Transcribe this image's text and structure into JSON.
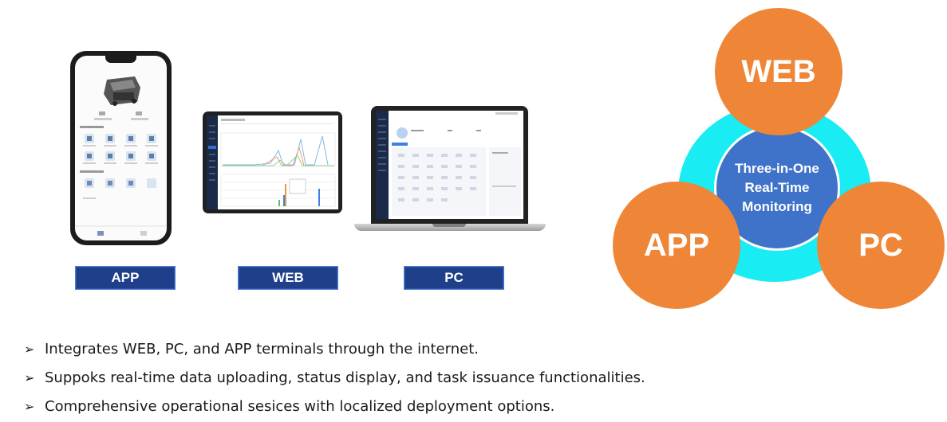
{
  "devices": [
    {
      "label": "APP"
    },
    {
      "label": "WEB"
    },
    {
      "label": "PC"
    }
  ],
  "diagram": {
    "center_text": [
      "Three-in-One",
      "Real-Time",
      "Monitoring"
    ],
    "nodes": {
      "top": "WEB",
      "left": "APP",
      "right": "PC"
    },
    "colors": {
      "node": "#ef8637",
      "ring": "#19ecf3",
      "center": "#3f73c9",
      "label_bg": "#1f3f8a"
    }
  },
  "bullets": {
    "marker": "➢",
    "items": [
      "Integrates WEB, PC, and APP terminals through the internet.",
      "Suppoks real-time data uploading, status display, and task issuance functionalities.",
      "Comprehensive operational sesices with localized deployment options."
    ]
  }
}
